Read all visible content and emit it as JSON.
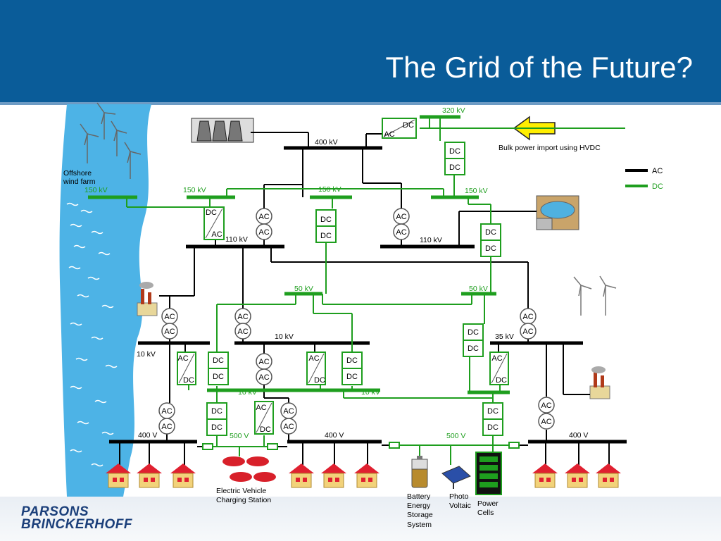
{
  "slide": {
    "title": "The Grid of the Future?",
    "logo_line1": "PARSONS",
    "logo_line2": "BRINCKERHOFF"
  },
  "legend": {
    "ac": "AC",
    "dc": "DC"
  },
  "colors": {
    "ac_line": "#000000",
    "dc_line": "#1e9e1e",
    "sea": "#4db3e6",
    "header": "#0a5c99",
    "dc_label": "#1e9e1e"
  },
  "labels": {
    "kv320": "320 kV",
    "kv400_top": "400 kV",
    "hvdc_import": "Bulk power import using HVDC",
    "offshore_line1": "Offshore",
    "offshore_line2": "wind farm",
    "kv150_a": "150 kV",
    "kv150_b": "150 kV",
    "kv150_c": "150 kV",
    "kv150_d": "150 kV",
    "kv110_left": "110 kV",
    "kv110_right": "110 kV",
    "kv50_left": "50 kV",
    "kv50_right": "50 kV",
    "kv10_left": "10 kV",
    "kv10_mid": "10 kV",
    "kv35": "35 kV",
    "kv10_dc_left": "10 kV",
    "kv10_dc_right": "10 kV",
    "v400_a": "400 V",
    "v400_b": "400 V",
    "v400_c": "400 V",
    "v500_a": "500 V",
    "v500_b": "500 V",
    "ev_line1": "Electric Vehicle",
    "ev_line2": "Charging Station",
    "battery_line1": "Battery",
    "battery_line2": "Energy",
    "battery_line3": "Storage",
    "battery_line4": "System",
    "pv_line1": "Photo",
    "pv_line2": "Voltaic",
    "cells_line1": "Power",
    "cells_line2": "Cells"
  },
  "converters": {
    "ac": "AC",
    "dc": "DC"
  }
}
